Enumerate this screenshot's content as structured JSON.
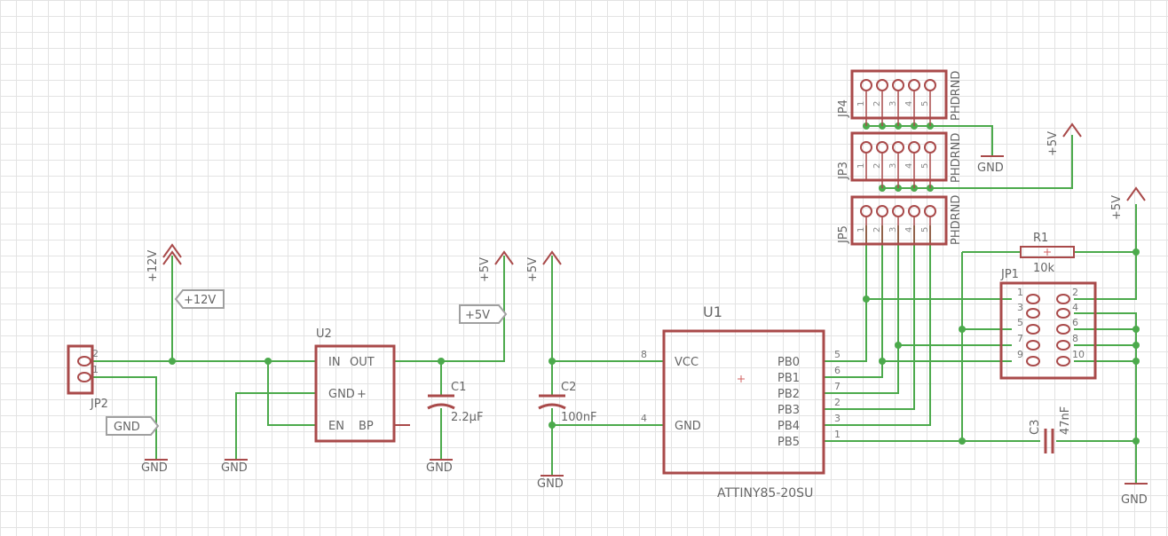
{
  "labels": {
    "jp2": "JP2",
    "jp1": "JP1",
    "jp3": "JP3",
    "jp4": "JP4",
    "jp5": "JP5",
    "u1": "U1",
    "u1_value": "ATTINY85-20SU",
    "u2": "U2",
    "c1": "C1",
    "c1_value": "2.2µF",
    "c2": "C2",
    "c2_value": "100nF",
    "c3": "C3",
    "c3_value": "47nF",
    "r1": "R1",
    "r1_value": "10k"
  },
  "u1_pins": {
    "vcc": "VCC",
    "gnd": "GND",
    "pb0": "PB0",
    "pb1": "PB1",
    "pb2": "PB2",
    "pb3": "PB3",
    "pb4": "PB4",
    "pb5": "PB5",
    "n8": "8",
    "n4": "4",
    "n5": "5",
    "n6": "6",
    "n7": "7",
    "n2": "2",
    "n3": "3",
    "n1": "1"
  },
  "u2_pins": {
    "in": "IN",
    "out": "OUT",
    "gnd": "GND",
    "en": "EN",
    "bp": "BP"
  },
  "supply": {
    "v12": "+12V",
    "v5": "+5V",
    "gnd": "GND",
    "flag_12v": "+12V",
    "flag_5v": "+5V",
    "flag_gnd": "GND"
  },
  "header": {
    "n1": "1",
    "n2": "2",
    "n3": "3",
    "n4": "4",
    "n5": "5",
    "n6": "6",
    "n7": "7",
    "n8": "8",
    "n9": "9",
    "n10": "10",
    "side_text": "PHDRND"
  }
}
